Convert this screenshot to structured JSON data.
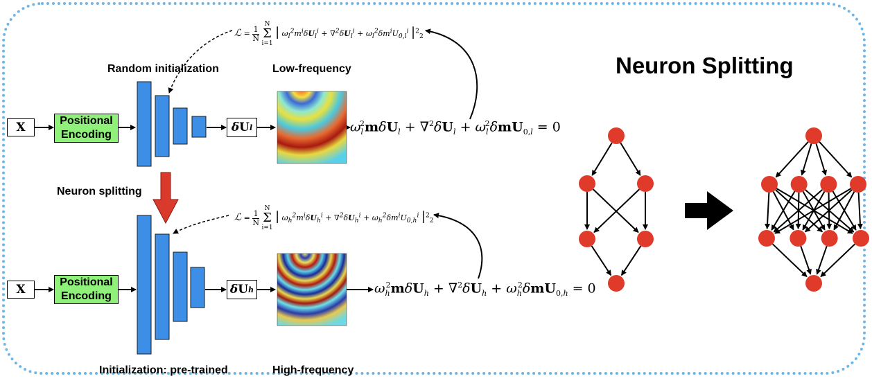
{
  "title": "Neuron Splitting",
  "labels": {
    "random_init": "Random initialization",
    "low_freq": "Low-frequency",
    "neuron_splitting": "Neuron splitting",
    "init_pretrained": "Initialization: pre-trained",
    "high_freq": "High-frequency"
  },
  "input_label": "X",
  "pe_line1": "Positional",
  "pe_line2": "Encoding",
  "output_low": "δU_l",
  "output_high": "δU_h",
  "equation_low": "ω_l²mδU_l + ∇²δU_l + ω_l²δmU_{0,l} = 0",
  "equation_high": "ω_h²mδU_h + ∇²δU_h + ω_h²δmU_{0,h} = 0",
  "loss_low": "ℒ = (1/N) Σ_{i=1}^{N} | ω_l² m^i δU_l^i + ∇² δU_l^i + ω_l² δm^i U_{0,l}^i |_2^2",
  "loss_high": "ℒ = (1/N) Σ_{i=1}^{N} | ω_h² m^i δU_h^i + ∇² δU_h^i + ω_h² δm^i U_{0,h}^i |_2^2",
  "colors": {
    "frame": "#6db6e6",
    "layer": "#3d8ee6",
    "pe": "#8ff07a",
    "split_arrow": "#d93a2b",
    "node": "#e03a2a"
  },
  "graph_before": {
    "layers": [
      1,
      2,
      2,
      1
    ]
  },
  "graph_after": {
    "layers": [
      1,
      4,
      4,
      1
    ]
  }
}
